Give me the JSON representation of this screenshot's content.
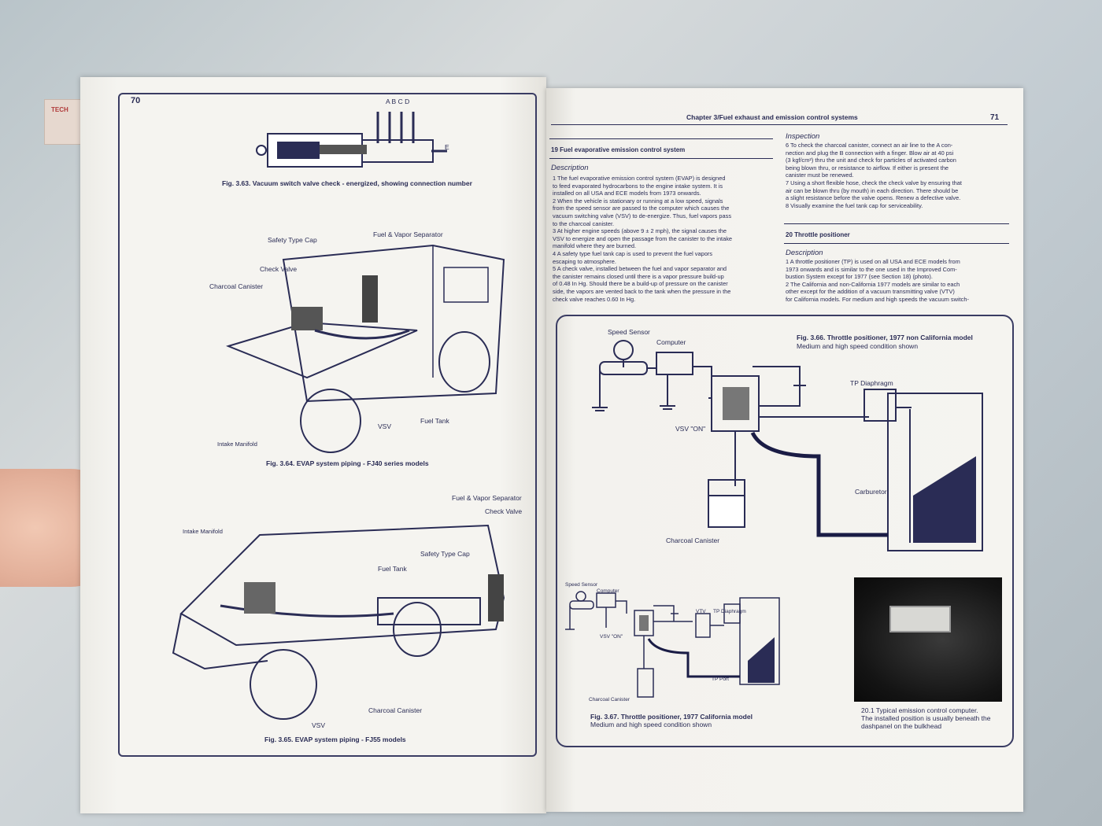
{
  "left_page": {
    "page_number": "70",
    "tag_text": "TECH",
    "fig63": {
      "caption": "Fig. 3.63. Vacuum switch valve check - energized, showing connection number",
      "port_labels": [
        "A B C D",
        "E"
      ]
    },
    "fig64": {
      "caption": "Fig. 3.64. EVAP system piping - FJ40 series models",
      "labels": {
        "safety_cap": "Safety Type Cap",
        "separator": "Fuel & Vapor Separator",
        "check_valve": "Check Valve",
        "canister": "Charcoal Canister",
        "fuel_tank": "Fuel Tank",
        "vsv": "VSV",
        "intake": "Intake Manifold"
      }
    },
    "fig65": {
      "caption": "Fig. 3.65. EVAP system piping - FJ55 models",
      "labels": {
        "separator": "Fuel & Vapor Separator",
        "check_valve": "Check Valve",
        "intake": "Intake Manifold",
        "safety_cap": "Safety Type Cap",
        "fuel_tank": "Fuel Tank",
        "canister": "Charcoal Canister",
        "vsv": "VSV"
      }
    }
  },
  "right_page": {
    "header": "Chapter 3/Fuel exhaust and emission control systems",
    "page_number": "71",
    "sec19": {
      "title": "19 Fuel evaporative emission control system",
      "subhead": "Description",
      "lines": [
        "1   The fuel evaporative emission control system (EVAP) is designed",
        "to feed evaporated hydrocarbons to the engine intake system. It is",
        "installed on all USA and ECE models from 1973 onwards.",
        "2   When the vehicle is stationary or running at a low speed, signals",
        "from the speed sensor are passed to the computer which causes the",
        "vacuum switching valve (VSV) to de-energize. Thus, fuel vapors pass",
        "to the charcoal canister.",
        "3   At higher engine speeds (above 9 ± 2 mph), the signal causes the",
        "VSV to energize and open the passage from the canister to the intake",
        "manifold where they are burned.",
        "4   A safety type fuel tank cap is used to prevent the fuel vapors",
        "escaping to atmosphere.",
        "5   A check valve, installed between the fuel and vapor separator and",
        "the canister remains closed until there is a vapor pressure build-up",
        "of 0.48 In Hg. Should there be a build-up of pressure on the canister",
        "side, the vapors are vented back to the tank when the pressure in the",
        "check valve reaches 0.60 In Hg."
      ]
    },
    "inspection": {
      "subhead": "Inspection",
      "lines": [
        "6   To check the charcoal canister, connect an air line to the A con-",
        "nection and plug the B connection with a finger. Blow air at 40 psi",
        "(3 kgf/cm²) thru the unit and check for particles of activated carbon",
        "being blown thru, or resistance to airflow. If either is present the",
        "canister must be renewed.",
        "7   Using a short flexible hose, check the check valve by ensuring that",
        "air can be blown thru (by mouth) in each direction. There should be",
        "a slight resistance before the valve opens. Renew a defective valve.",
        "8   Visually examine the fuel tank cap for serviceability."
      ]
    },
    "sec20": {
      "title": "20 Throttle positioner",
      "subhead": "Description",
      "lines": [
        "1   A throttle positioner (TP) is used on all USA and ECE models from",
        "1973 onwards and is similar to the one used in the Improved Com-",
        "bustion System except for 1977 (see Section 18) (photo).",
        "2   The California and non-California 1977 models are similar to each",
        "other except for the addition of a vacuum transmitting valve (VTV)",
        "for California models. For medium and high speeds the vacuum switch-"
      ]
    },
    "fig66": {
      "caption": "Fig. 3.66. Throttle positioner, 1977 non California model",
      "subcaption": "Medium and high speed condition shown",
      "labels": {
        "speed_sensor": "Speed Sensor",
        "computer": "Computer",
        "tp_diaphragm": "TP Diaphragm",
        "vsv_on": "VSV \"ON\"",
        "carburetor": "Carburetor",
        "canister": "Charcoal Canister"
      }
    },
    "fig67": {
      "caption": "Fig. 3.67. Throttle positioner, 1977 California model",
      "subcaption": "Medium and high speed condition shown",
      "labels": {
        "speed_sensor": "Speed Sensor",
        "computer": "Computer",
        "vtv": "VTV",
        "tp_diaphragm": "TP Diaphragm",
        "vsv_on": "VSV \"ON\"",
        "tp_port": "TP Port",
        "canister": "Charcoal Canister"
      }
    },
    "photo": {
      "caption_line1": "20.1 Typical emission control computer.",
      "caption_line2": "The installed position is usually beneath the",
      "caption_line3": "dashpanel on the bulkhead"
    }
  }
}
